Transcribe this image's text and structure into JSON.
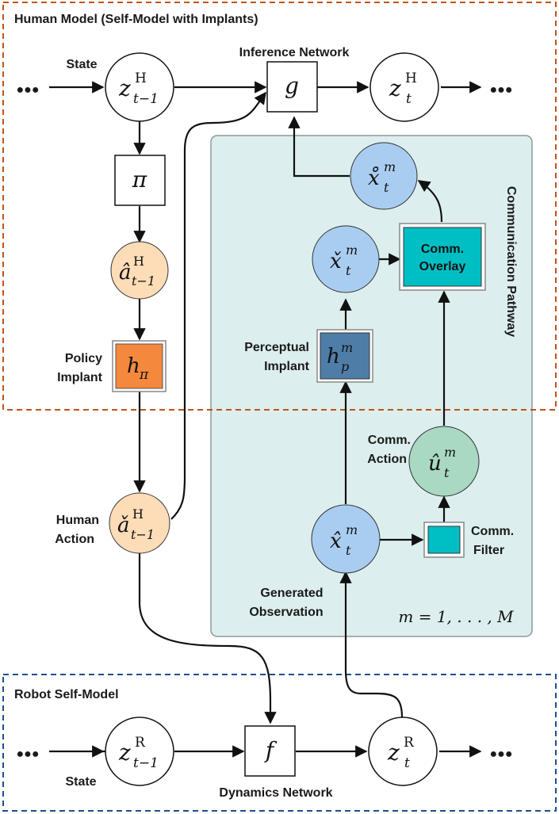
{
  "regions": {
    "human_model": "Human Model (Self-Model with Implants)",
    "robot_model": "Robot Self-Model",
    "comm_pathway": "Communication Pathway",
    "plate": "m = 1, . . . , M"
  },
  "labels": {
    "state_top": "State",
    "inference": "Inference Network",
    "policy_implant": [
      "Policy",
      "Implant"
    ],
    "human_action": [
      "Human",
      "Action"
    ],
    "perceptual_implant": [
      "Perceptual",
      "Implant"
    ],
    "comm_action": [
      "Comm.",
      "Action"
    ],
    "comm_filter": [
      "Comm.",
      "Filter"
    ],
    "generated_observation": [
      "Generated",
      "Observation"
    ],
    "state_bottom": "State",
    "dynamics": "Dynamics Network"
  },
  "nodes": {
    "z_h_prev": {
      "base": "z",
      "sup": "H",
      "sub": "t−1"
    },
    "g": {
      "base": "g"
    },
    "z_h_t": {
      "base": "z",
      "sup": "H",
      "sub": "t"
    },
    "pi": {
      "base": "π"
    },
    "a_hat_prev": {
      "base": "â",
      "sup": "H",
      "sub": "t−1"
    },
    "h_pi": {
      "base": "h",
      "sub": "π"
    },
    "a_check_prev": {
      "base": "ǎ",
      "sup": "H",
      "sub": "t−1"
    },
    "x_ring": {
      "base": "x̊",
      "sup": "m",
      "sub": "t"
    },
    "x_check": {
      "base": "x̌",
      "sup": "m",
      "sub": "t"
    },
    "comm_overlay": [
      "Comm.",
      "Overlay"
    ],
    "h_p": {
      "base": "h",
      "sup": "m",
      "sub": "p"
    },
    "u_hat": {
      "base": "û",
      "sup": "m",
      "sub": "t"
    },
    "x_hat": {
      "base": "x̂",
      "sup": "m",
      "sub": "t"
    },
    "z_r_prev": {
      "base": "z",
      "sup": "R",
      "sub": "t−1"
    },
    "f": {
      "base": "f"
    },
    "z_r_t": {
      "base": "z",
      "sup": "R",
      "sub": "t"
    }
  },
  "ellipsis": "●●●",
  "colors": {
    "human_border": "#c0531a",
    "robot_border": "#1f4e8c",
    "comm_fill": "#dcefee",
    "comm_stroke": "#8a9a9a",
    "blue_node": "#a9cdf0",
    "orange_node": "#fddcb8",
    "green_node": "#a9d9c2",
    "policy_implant": "#f4883d",
    "perceptual_implant": "#4e7ea8",
    "overlay": "#00bfc4",
    "filter": "#00bfc4"
  }
}
